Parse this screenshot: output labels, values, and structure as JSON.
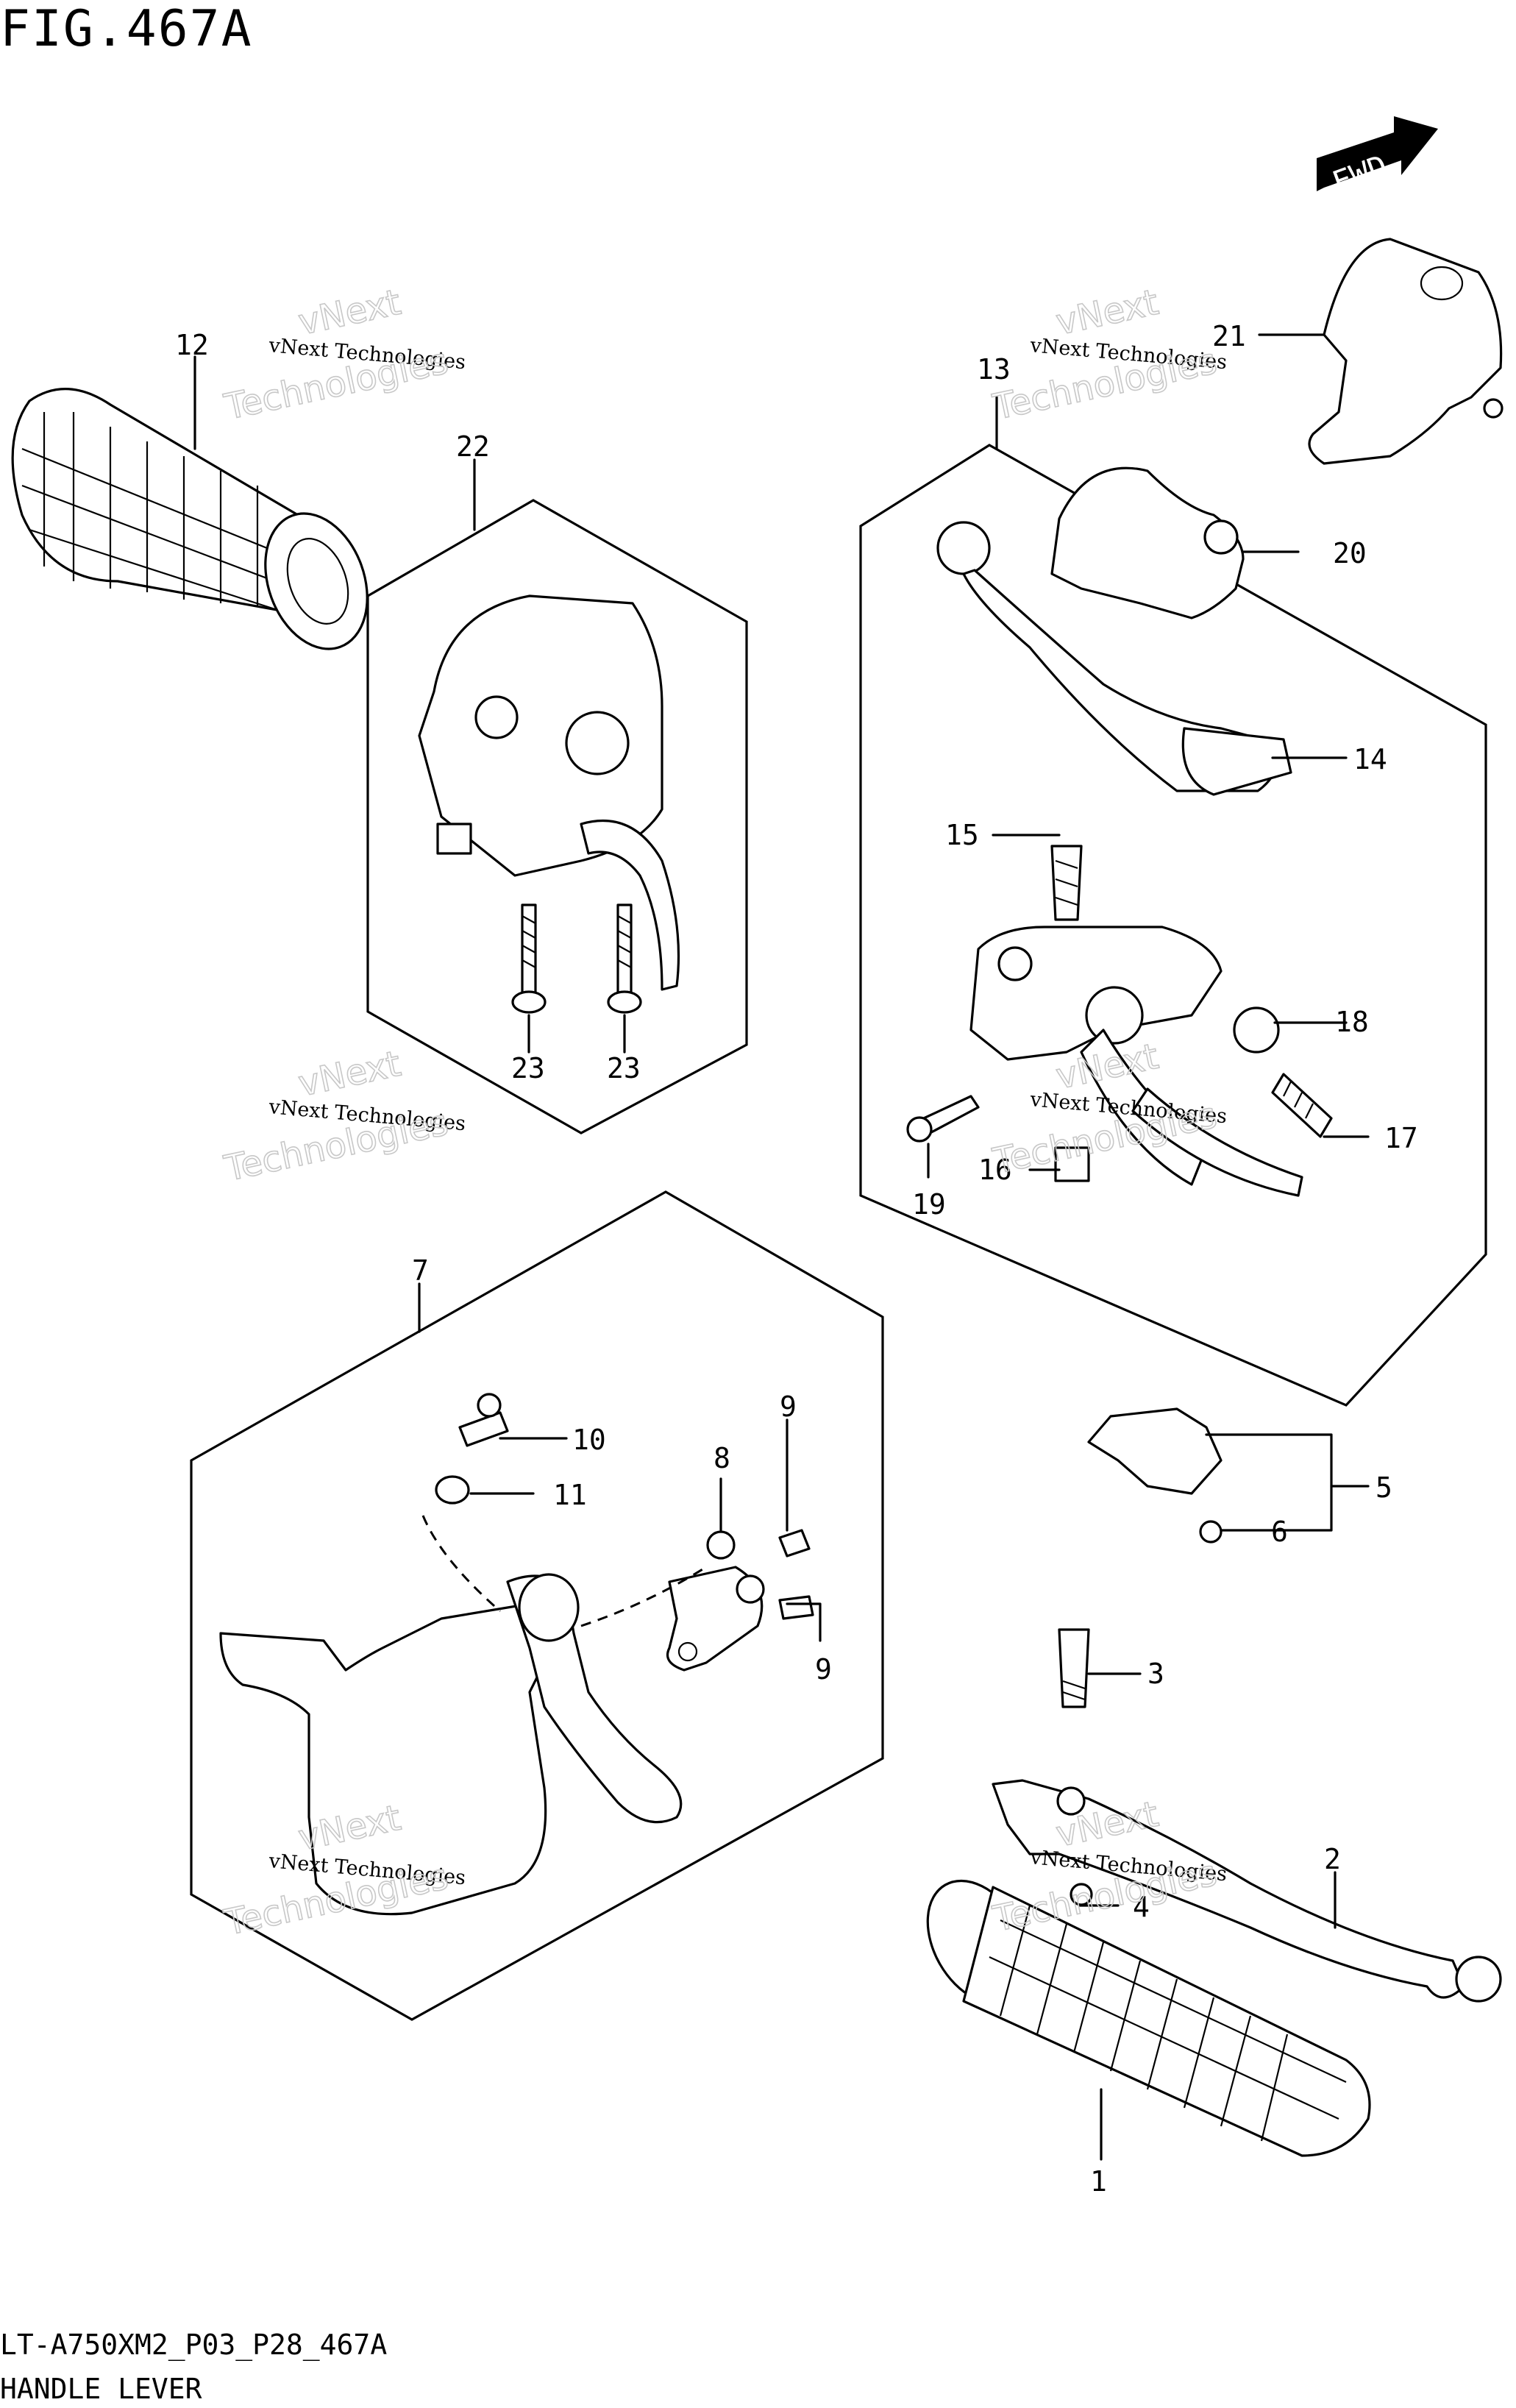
{
  "figure": {
    "title": "FIG.467A"
  },
  "footer": {
    "code": "LT-A750XM2_P03_P28_467A",
    "name": "HANDLE LEVER"
  },
  "direction": {
    "label": "FWD"
  },
  "watermark": {
    "line1": "vNext",
    "line2": "vNext Technologies",
    "line3": "Technologies"
  },
  "callouts": {
    "c1": "1",
    "c2": "2",
    "c3": "3",
    "c4": "4",
    "c5": "5",
    "c6": "6",
    "c7": "7",
    "c8": "8",
    "c9a": "9",
    "c9b": "9",
    "c10": "10",
    "c11": "11",
    "c12": "12",
    "c13": "13",
    "c14": "14",
    "c15": "15",
    "c16": "16",
    "c17": "17",
    "c18": "18",
    "c19": "19",
    "c20": "20",
    "c21": "21",
    "c22": "22",
    "c23a": "23",
    "c23b": "23"
  }
}
